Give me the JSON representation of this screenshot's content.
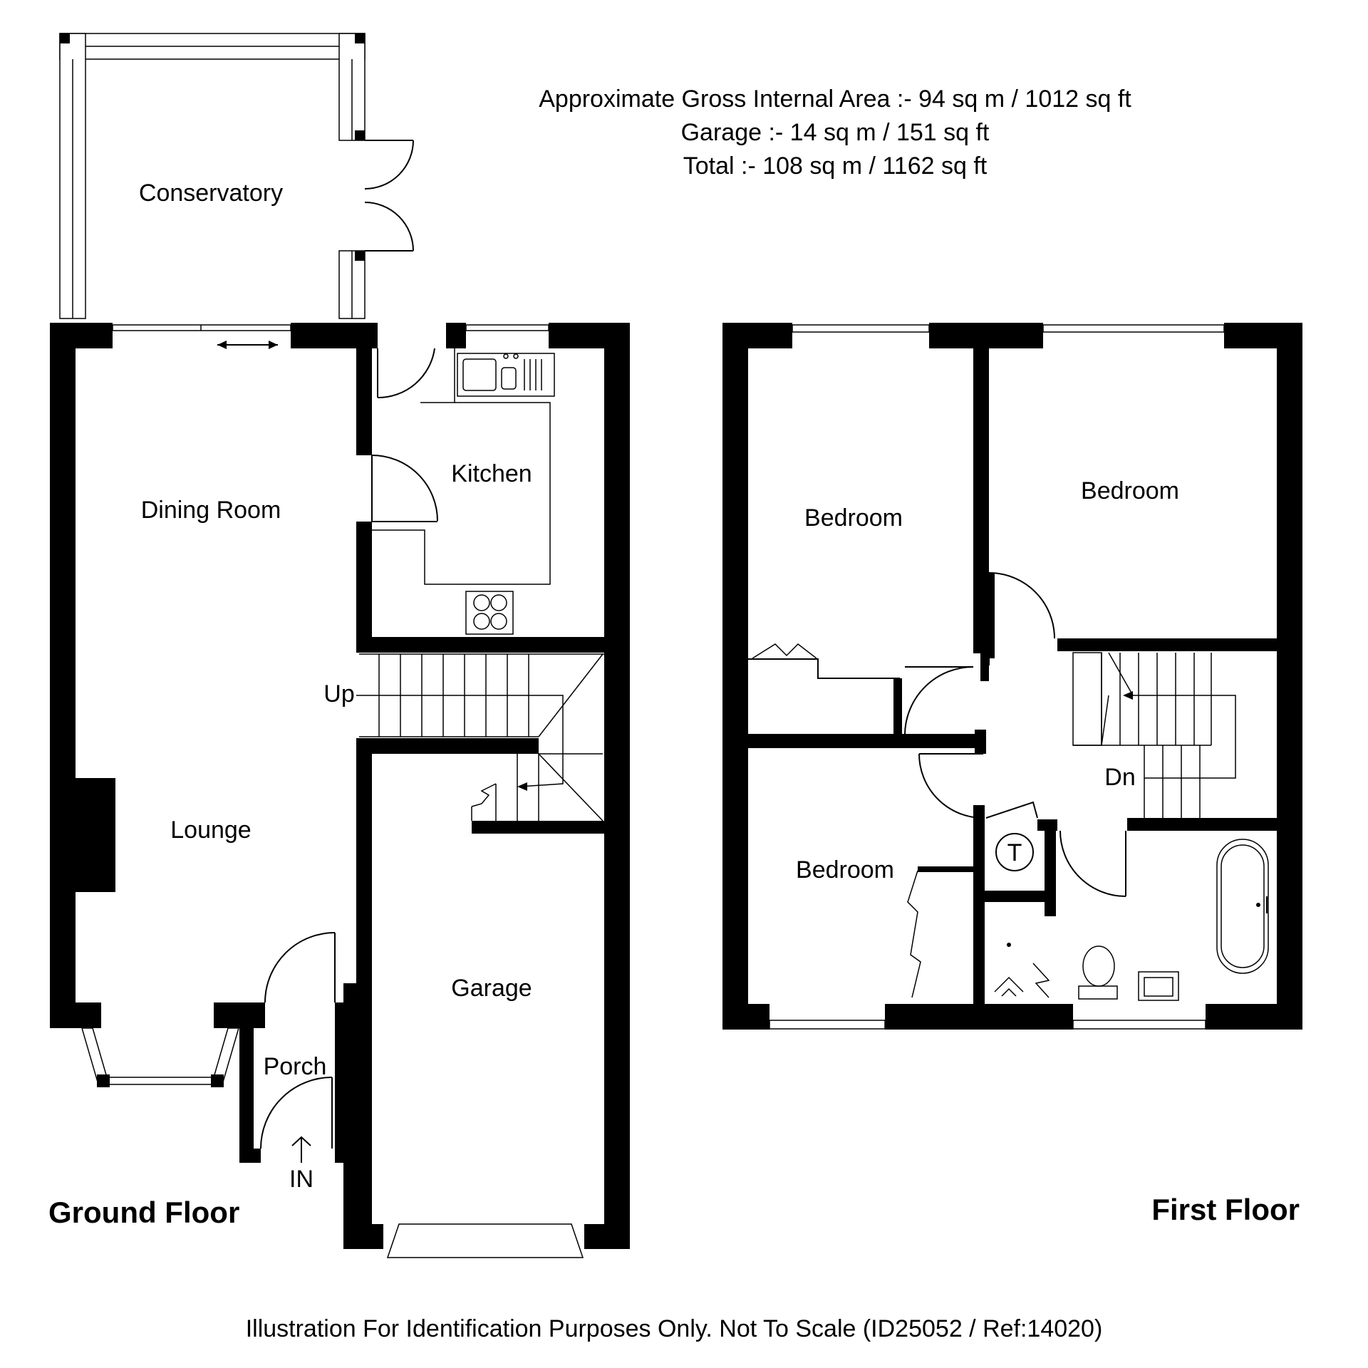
{
  "header": {
    "area_line1": "Approximate Gross Internal Area :- 94 sq m / 1012 sq ft",
    "area_line2": "Garage :- 14 sq m / 151 sq ft",
    "area_line3": "Total :- 108 sq m / 1162 sq ft"
  },
  "ground_floor": {
    "title": "Ground Floor",
    "rooms": {
      "conservatory": "Conservatory",
      "dining_room": "Dining Room",
      "kitchen": "Kitchen",
      "lounge": "Lounge",
      "garage": "Garage",
      "porch": "Porch"
    },
    "stairs_label": "Up",
    "entrance_label": "IN"
  },
  "first_floor": {
    "title": "First Floor",
    "rooms": {
      "bedroom_1": "Bedroom",
      "bedroom_2": "Bedroom",
      "bedroom_3": "Bedroom"
    },
    "stairs_label": "Dn",
    "tank_label": "T"
  },
  "footer": {
    "disclaimer": "Illustration For Identification Purposes Only. Not To Scale (ID25052 / Ref:14020)"
  }
}
